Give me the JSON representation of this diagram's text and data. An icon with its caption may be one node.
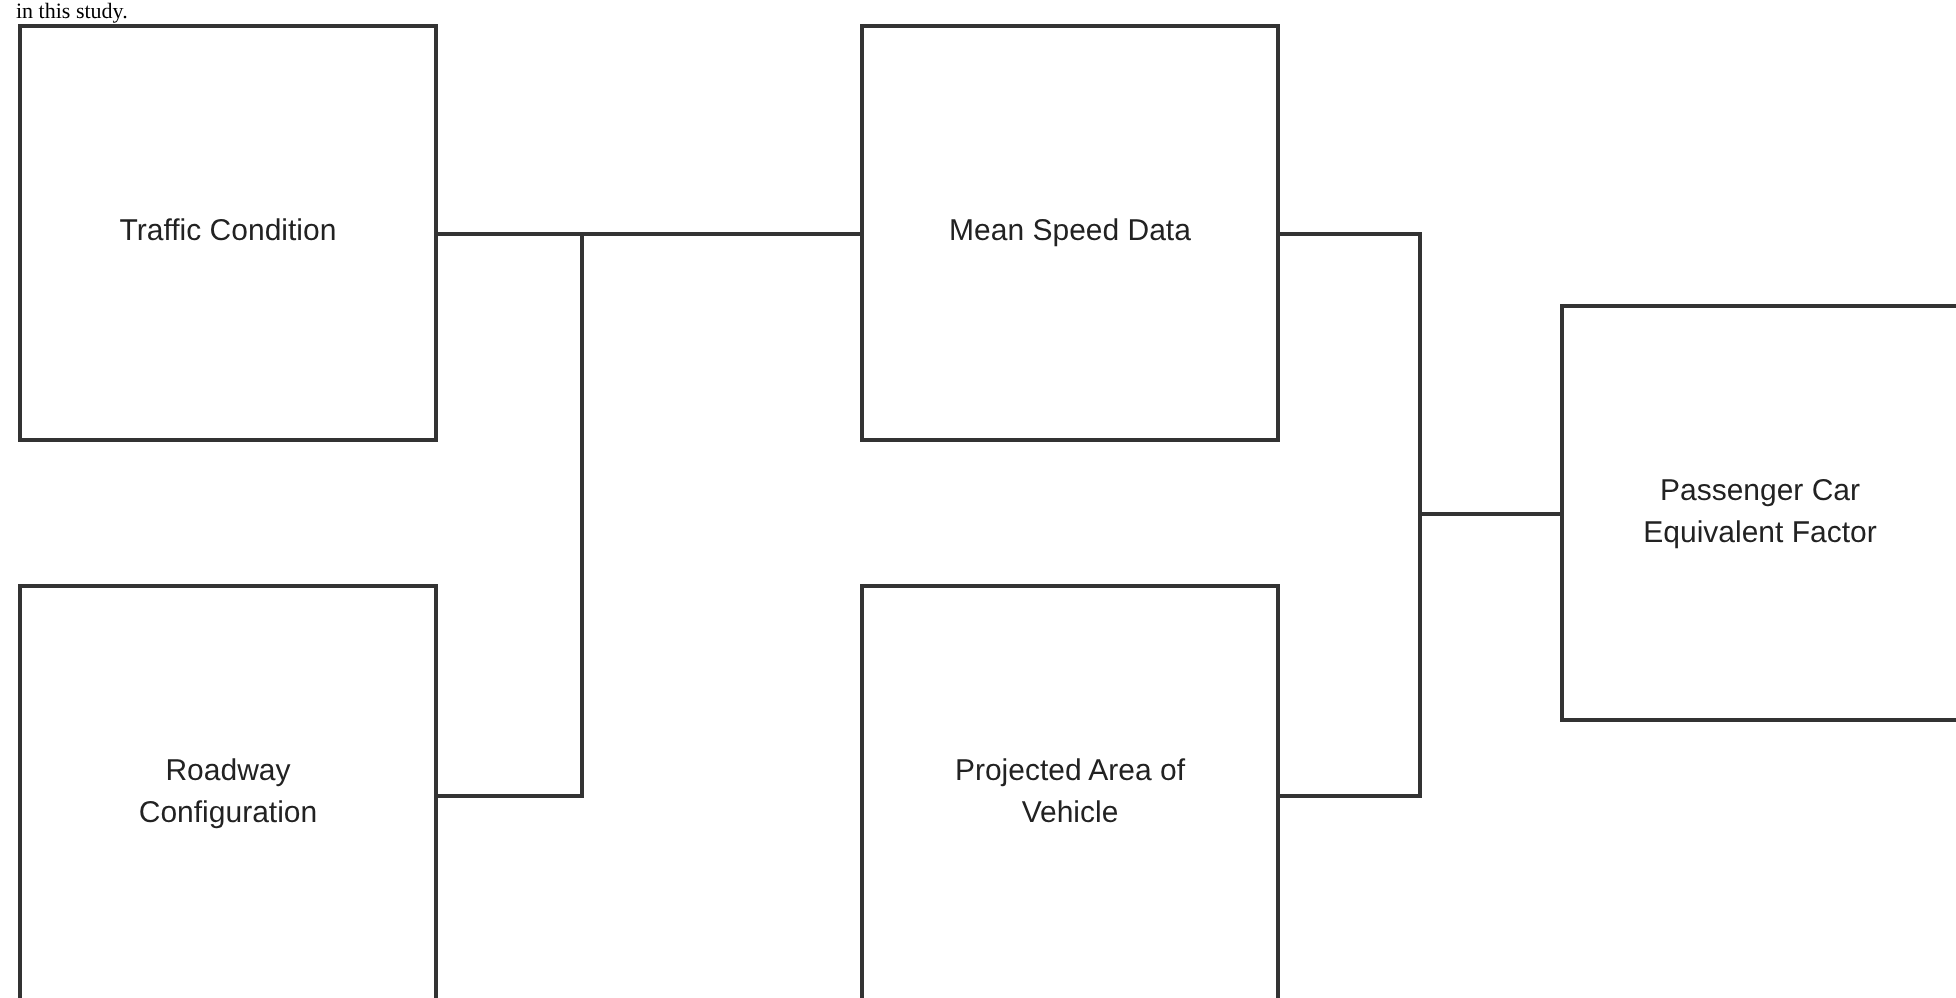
{
  "diagram": {
    "nodes": [
      {
        "text": [
          "Traffic Condition"
        ]
      },
      {
        "text": [
          "Roadway Configuration"
        ]
      },
      {
        "text": [
          "Mean Speed Data"
        ]
      },
      {
        "text": [
          "Projected Area of Vehicle"
        ]
      },
      {
        "text": [
          "Passenger Car Equivalent Factor"
        ]
      }
    ],
    "edges": [
      {
        "from": 0,
        "to": 2,
        "arrow": "none"
      },
      {
        "from": 1,
        "to": 2,
        "arrow": "none"
      },
      {
        "from": 2,
        "to": 4,
        "arrow": "none"
      },
      {
        "from": 3,
        "to": 4,
        "arrow": "none"
      }
    ],
    "labels": [
      "in this study."
    ]
  }
}
